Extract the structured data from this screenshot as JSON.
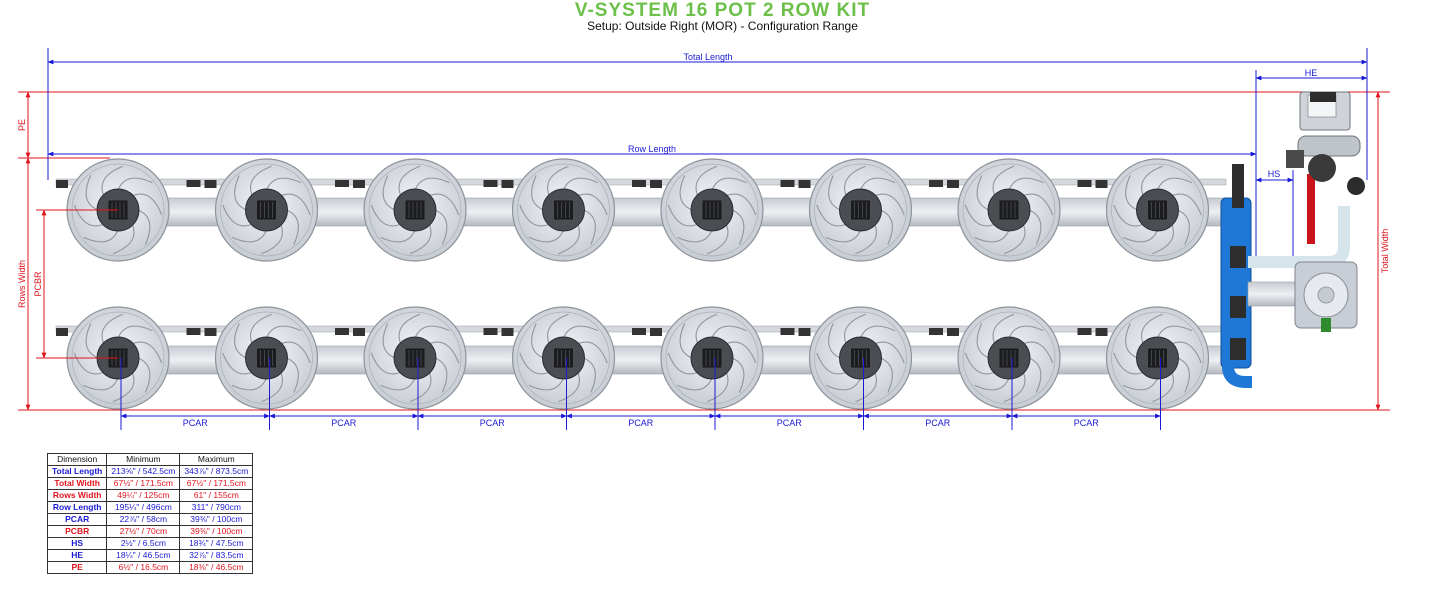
{
  "header": {
    "title": "V-SYSTEM 16 POT 2 ROW KIT",
    "subtitle": "Setup: Outside Right (MOR) - Configuration Range"
  },
  "colors": {
    "title": "#6cc04a",
    "blue_dim": "#1a1ad6",
    "red_dim": "#e0141e",
    "pot_fill": "#d9dde3",
    "pipe_blue": "#1f78d6",
    "hose_red": "#c9141b"
  },
  "diagram": {
    "labels": {
      "total_length": "Total Length",
      "row_length": "Row Length",
      "he": "HE",
      "hs": "HS",
      "pe": "PE",
      "pcbr": "PCBR",
      "rows_width": "Rows Width",
      "total_width": "Total Width",
      "pcar": "PCAR"
    },
    "pots_per_row": 8,
    "rows": 2
  },
  "table": {
    "headers": [
      "Dimension",
      "Minimum",
      "Maximum"
    ],
    "rows": [
      {
        "name": "Total Length",
        "min": "213⅝\" / 542.5cm",
        "max": "343⅞\" / 873.5cm",
        "color": "blue"
      },
      {
        "name": "Total Width",
        "min": "67½\" / 171.5cm",
        "max": "67½\" / 171.5cm",
        "color": "red"
      },
      {
        "name": "Rows Width",
        "min": "49¼\" / 125cm",
        "max": "61\" / 155cm",
        "color": "red"
      },
      {
        "name": "Row Length",
        "min": "195¼\" / 496cm",
        "max": "311\" / 790cm",
        "color": "blue"
      },
      {
        "name": "PCAR",
        "min": "22⅞\" / 58cm",
        "max": "39⅜\" / 100cm",
        "color": "blue"
      },
      {
        "name": "PCBR",
        "min": "27½\" / 70cm",
        "max": "39⅜\" / 100cm",
        "color": "red"
      },
      {
        "name": "HS",
        "min": "2½\" / 6.5cm",
        "max": "18¾\" / 47.5cm",
        "color": "blue"
      },
      {
        "name": "HE",
        "min": "18¼\" / 46.5cm",
        "max": "32⅞\" / 83.5cm",
        "color": "blue"
      },
      {
        "name": "PE",
        "min": "6½\" / 16.5cm",
        "max": "18⅜\" / 46.5cm",
        "color": "red"
      }
    ]
  }
}
